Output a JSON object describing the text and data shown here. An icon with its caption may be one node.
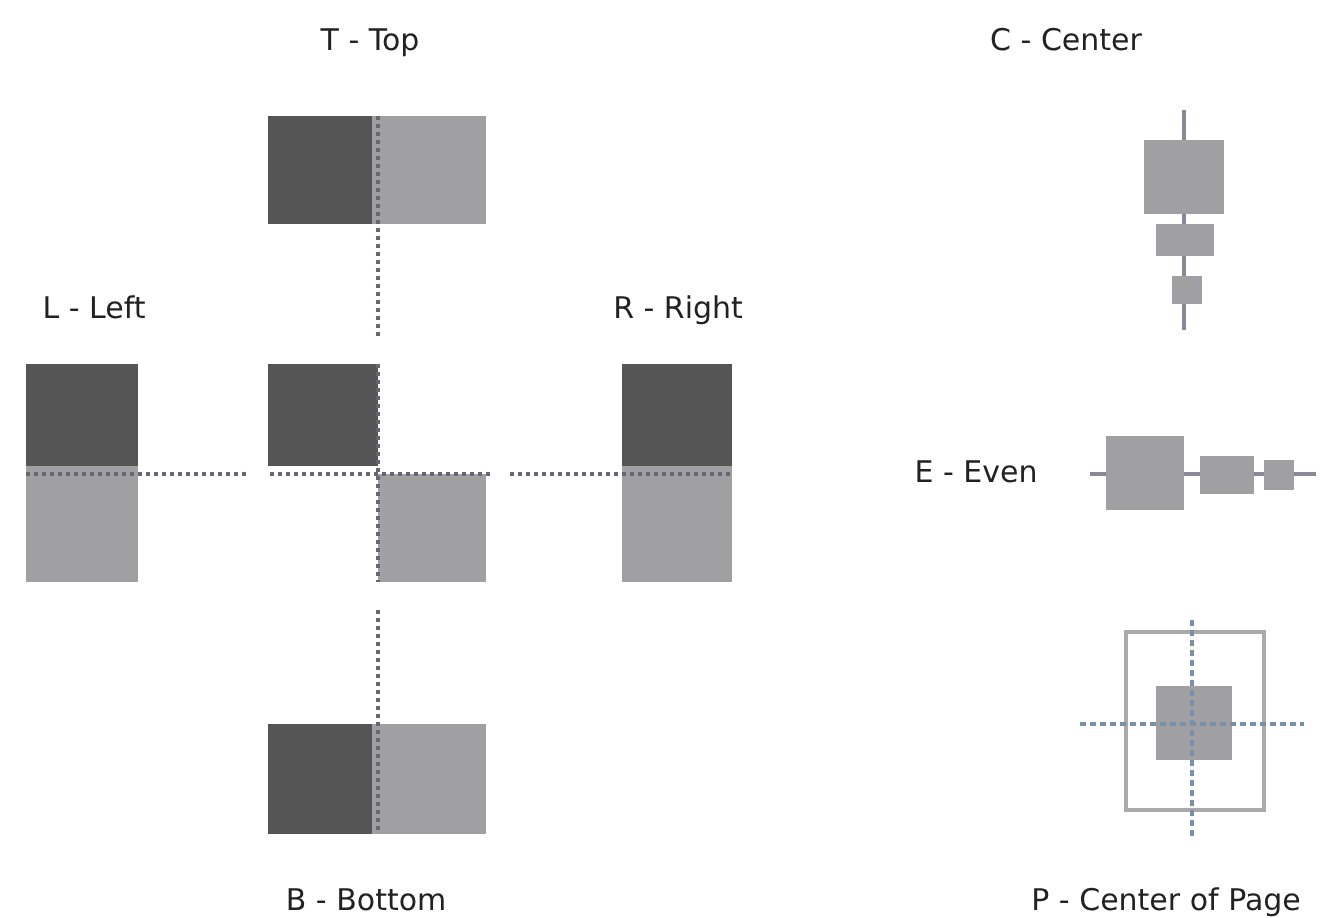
{
  "diagram": {
    "labels": [
      "T - Top",
      "C - Center",
      "L - Left",
      "R - Right",
      "E - Even",
      "B - Bottom",
      "P - Center of Page"
    ]
  }
}
